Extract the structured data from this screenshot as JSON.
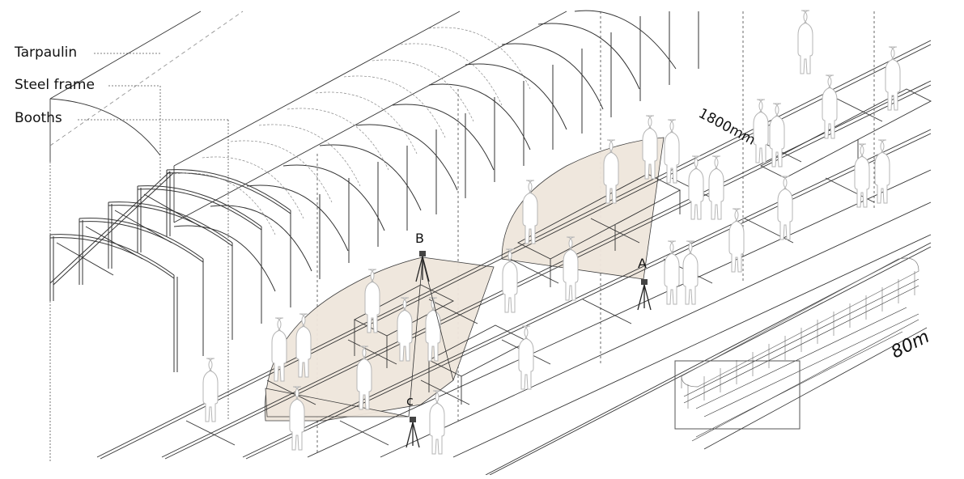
{
  "diagram": {
    "type": "axonometric architectural drawing",
    "legend": {
      "items": [
        {
          "label": "Tarpaulin"
        },
        {
          "label": "Steel frame"
        },
        {
          "label": "Booths"
        }
      ]
    },
    "dimensions": {
      "booth_spacing": "1800mm",
      "overall_length": "80m"
    },
    "cameras": [
      {
        "id": "A",
        "label": "A"
      },
      {
        "id": "B",
        "label": "B"
      },
      {
        "id": "C",
        "label": "c"
      }
    ],
    "colors": {
      "line": "#333333",
      "dashed_line": "#555555",
      "view_cone_fill": "#efe6dc",
      "figure_outline": "#b5b5b5",
      "inset_frame": "#555555"
    },
    "inset": {
      "description": "Key plan of full 80m market hall with highlighted section",
      "dimension_label": "80m"
    }
  }
}
